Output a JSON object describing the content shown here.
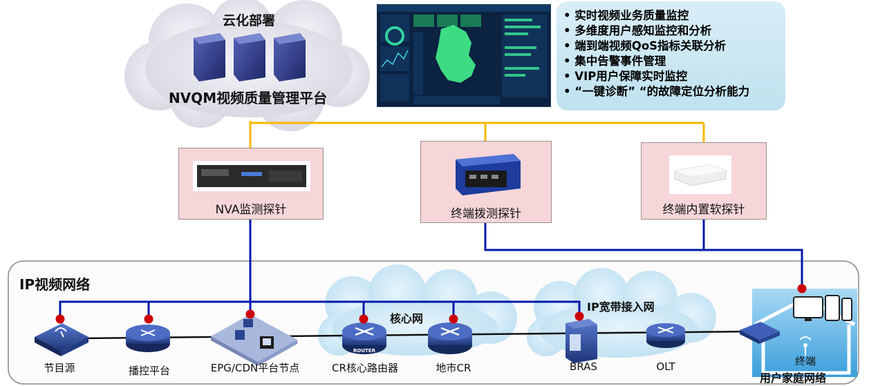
{
  "cloud_deploy": {
    "title": "云化部署",
    "platform": "NVQM视频质量管理平台"
  },
  "features": [
    "实时视频业务质量监控",
    "多维度用户感知监控和分析",
    "端到端视频QoS指标关联分析",
    "集中告警事件管理",
    "VIP用户保障实时监控",
    "“一键诊断” “的故障定位分析能力"
  ],
  "probes": {
    "nva": "NVA监测探针",
    "dial": "终端拨测探针",
    "builtin": "终端内置软探针"
  },
  "network": {
    "title": "IP视频网络",
    "core_cloud": "核心网",
    "access_cloud": "IP宽带接入网",
    "home_title": "用户家庭网络",
    "nodes": {
      "source": "节目源",
      "broadcast": "播控平台",
      "epg": "EPG/CDN平台节点",
      "cr_core": "CR核心路由器",
      "city_cr": "地市CR",
      "bras": "BRAS",
      "olt": "OLT",
      "terminal": "终端"
    },
    "router_tag": "ROUTER"
  },
  "colors": {
    "yellow_link": "#f5b800",
    "blue_link": "#0018a8",
    "probe_dot": "#cc0000",
    "device_blue": "#1f3c8a",
    "home_blue": "#5ab4e6"
  }
}
